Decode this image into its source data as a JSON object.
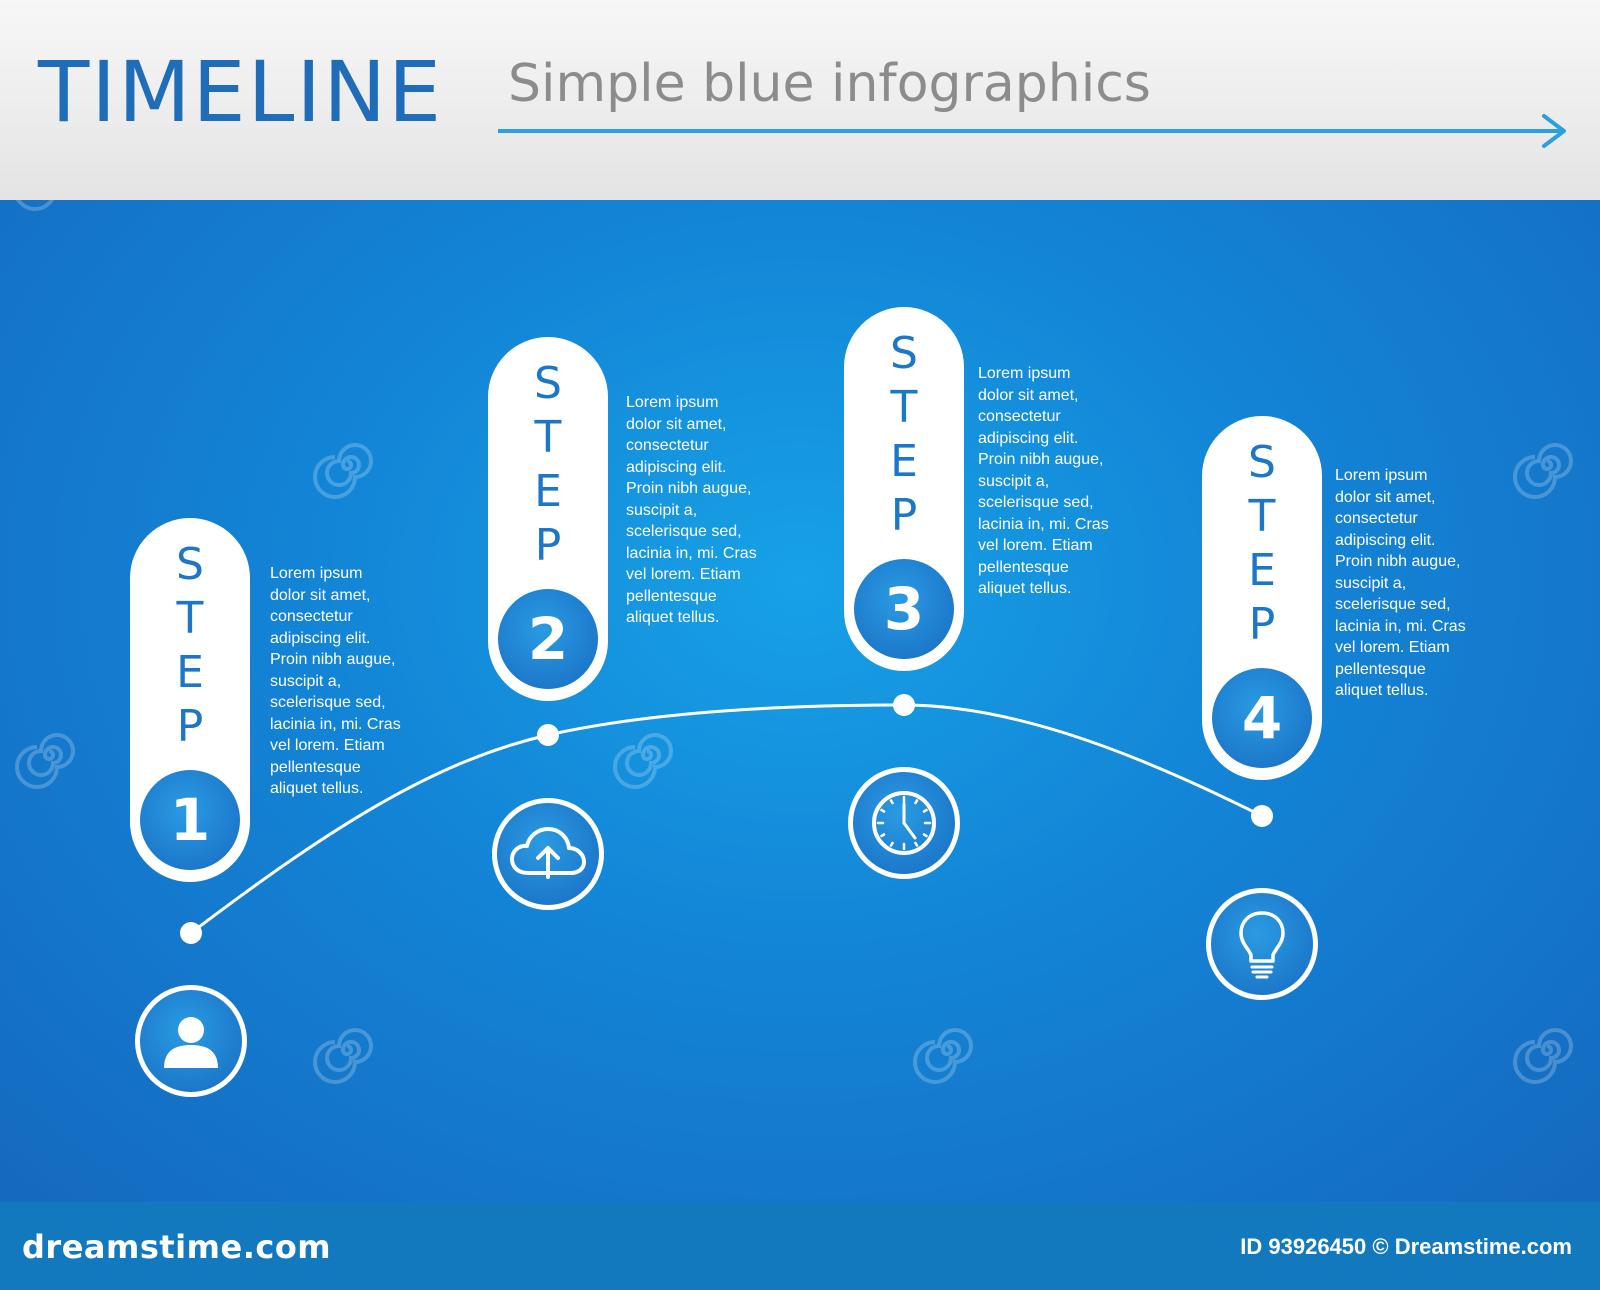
{
  "header": {
    "title": "TIMELINE",
    "subtitle": "Simple blue infographics"
  },
  "steps": [
    {
      "label": "STEP",
      "letters": [
        "S",
        "T",
        "E",
        "P"
      ],
      "number": "1",
      "text": [
        "Lorem ipsum",
        "dolor sit amet,",
        "consectetur",
        "adipiscing elit.",
        "Proin nibh augue,",
        "suscipit a,",
        "scelerisque sed,",
        "lacinia in, mi. Cras",
        "vel lorem. Etiam",
        "pellentesque",
        "aliquet tellus."
      ],
      "icon": "user-icon"
    },
    {
      "label": "STEP",
      "letters": [
        "S",
        "T",
        "E",
        "P"
      ],
      "number": "2",
      "text": [
        "Lorem ipsum",
        "dolor sit amet,",
        "consectetur",
        "adipiscing elit.",
        "Proin nibh augue,",
        "suscipit a,",
        "scelerisque sed,",
        "lacinia in, mi. Cras",
        "vel lorem. Etiam",
        "pellentesque",
        "aliquet tellus."
      ],
      "icon": "cloud-upload-icon"
    },
    {
      "label": "STEP",
      "letters": [
        "S",
        "T",
        "E",
        "P"
      ],
      "number": "3",
      "text": [
        "Lorem ipsum",
        "dolor sit amet,",
        "consectetur",
        "adipiscing elit.",
        "Proin nibh augue,",
        "suscipit a,",
        "scelerisque sed,",
        "lacinia in, mi. Cras",
        "vel lorem. Etiam",
        "pellentesque",
        "aliquet tellus."
      ],
      "icon": "clock-icon"
    },
    {
      "label": "STEP",
      "letters": [
        "S",
        "T",
        "E",
        "P"
      ],
      "number": "4",
      "text": [
        "Lorem ipsum",
        "dolor sit amet,",
        "consectetur",
        "adipiscing elit.",
        "Proin nibh augue,",
        "suscipit a,",
        "scelerisque sed,",
        "lacinia in, mi. Cras",
        "vel lorem. Etiam",
        "pellentesque",
        "aliquet tellus."
      ],
      "icon": "lightbulb-icon"
    }
  ],
  "footer": {
    "left": "dreamstime.com",
    "right": "ID 93926450 © Dreamstime.com"
  },
  "colors": {
    "title": "#1f6db8",
    "subtitle": "#8c8c8c",
    "panel_center": "#17a1e6",
    "panel_edge": "#1569bf",
    "accent_line": "#2aa0e0",
    "white": "#ffffff"
  }
}
